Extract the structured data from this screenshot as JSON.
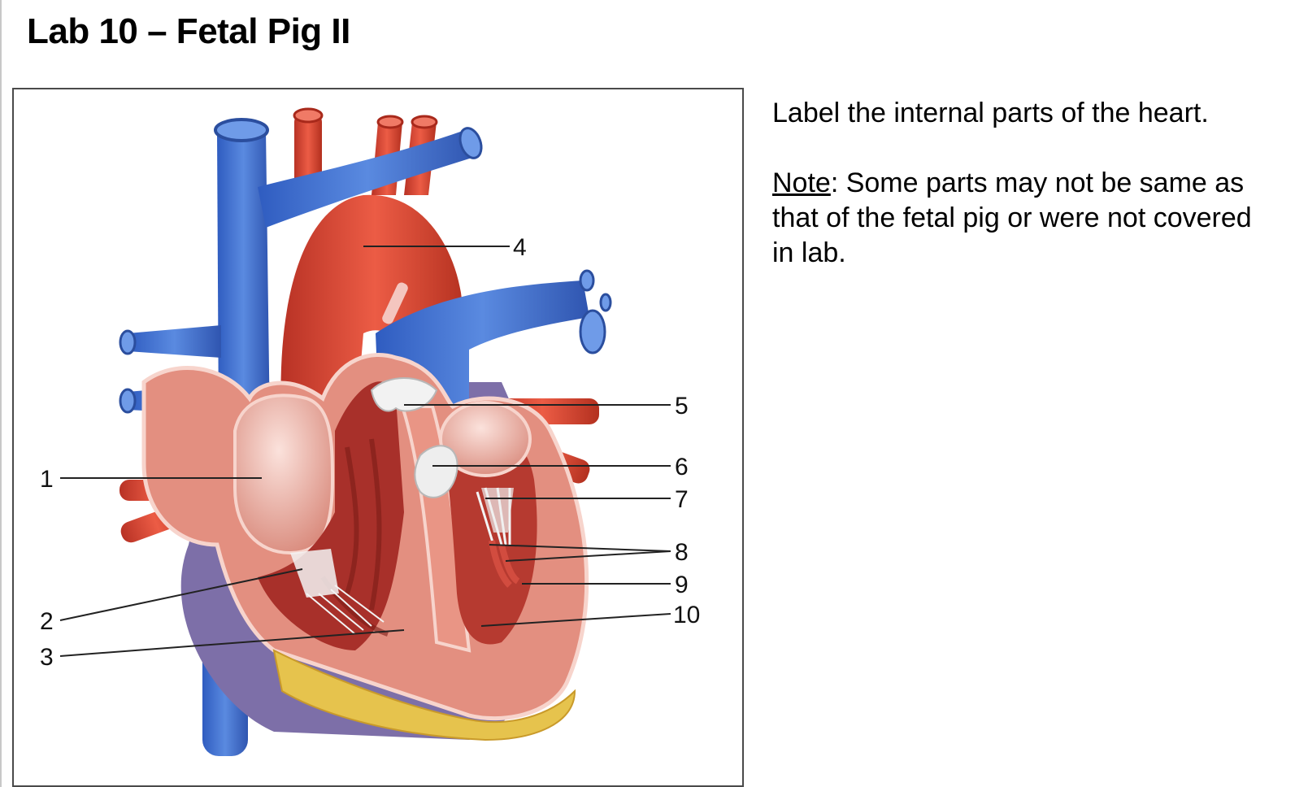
{
  "page": {
    "title": "Lab 10 – Fetal Pig II"
  },
  "instructions": {
    "prompt": "Label the internal parts of the heart.",
    "note_label": "Note",
    "note_text": ": Some parts may not be same as that of the fetal pig or were not covered in lab."
  },
  "figure": {
    "labels": [
      "1",
      "2",
      "3",
      "4",
      "5",
      "6",
      "7",
      "8",
      "9",
      "10"
    ]
  },
  "colors": {
    "vein_blue": "#3f6fcf",
    "artery_red": "#d8432f",
    "muscle_pink": "#e99585",
    "chamber_pink": "#f1bfb4",
    "fat_yellow": "#e6c34d"
  }
}
